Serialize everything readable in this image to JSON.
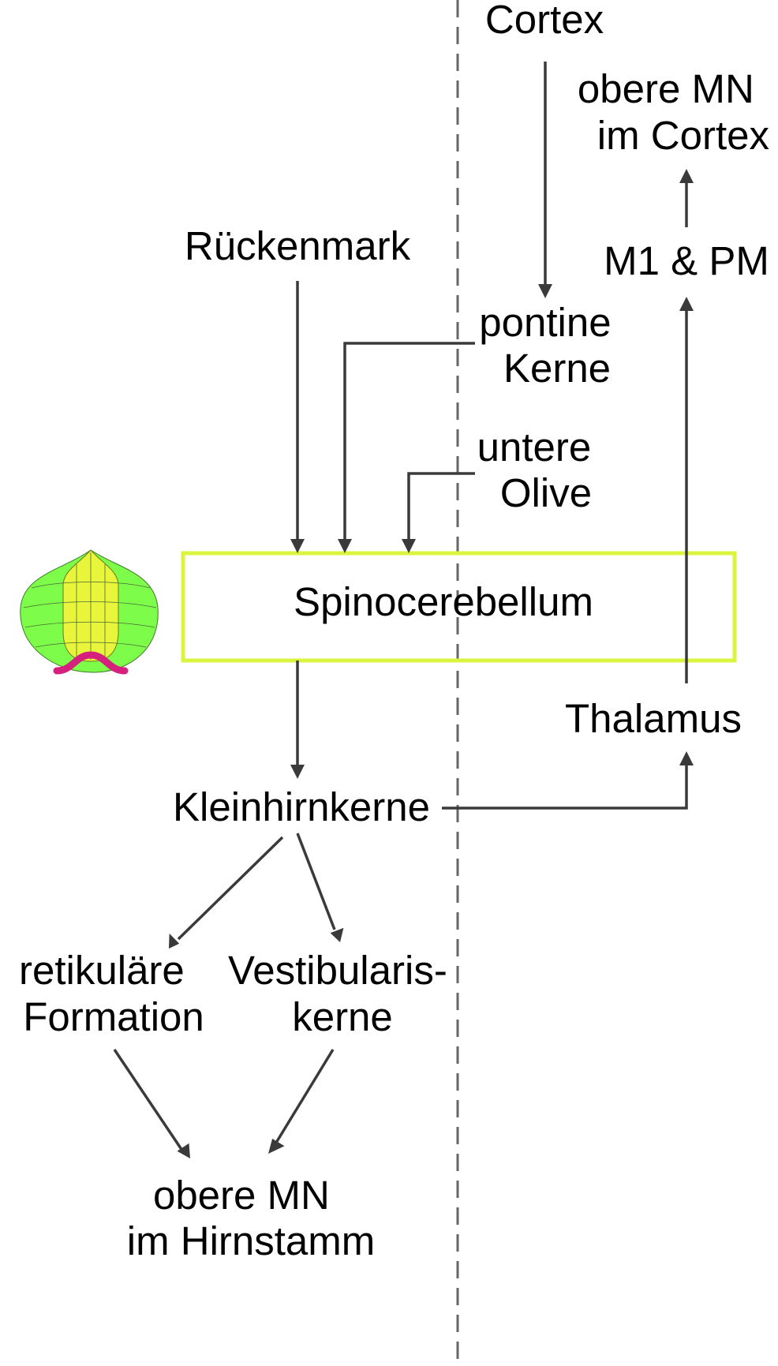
{
  "nodes": {
    "cortex": "Cortex",
    "obere_mn_cortex": [
      "obere MN",
      "im Cortex"
    ],
    "m1_pm": "M1 & PM",
    "rueckenmark": "Rückenmark",
    "pontine_kerne": [
      "pontine",
      "Kerne"
    ],
    "untere_olive": [
      "untere",
      "Olive"
    ],
    "spinocerebellum": "Spinocerebellum",
    "thalamus": "Thalamus",
    "kleinhirnkerne": "Kleinhirnkerne",
    "retikulaere_formation": [
      "retikuläre",
      "Formation"
    ],
    "vestibulariskerne": [
      "Vestibularis-",
      "kerne"
    ],
    "obere_mn_hirnstamm": [
      "obere MN",
      "im Hirnstamm"
    ]
  },
  "colors": {
    "box_border": "#dbf53f",
    "arrow": "#3a3a3a",
    "divider": "#666666",
    "cerebellum_outer": "#7dfc4a",
    "cerebellum_vermis": "#e8f53a",
    "cerebellum_stalk": "#d6207d"
  }
}
